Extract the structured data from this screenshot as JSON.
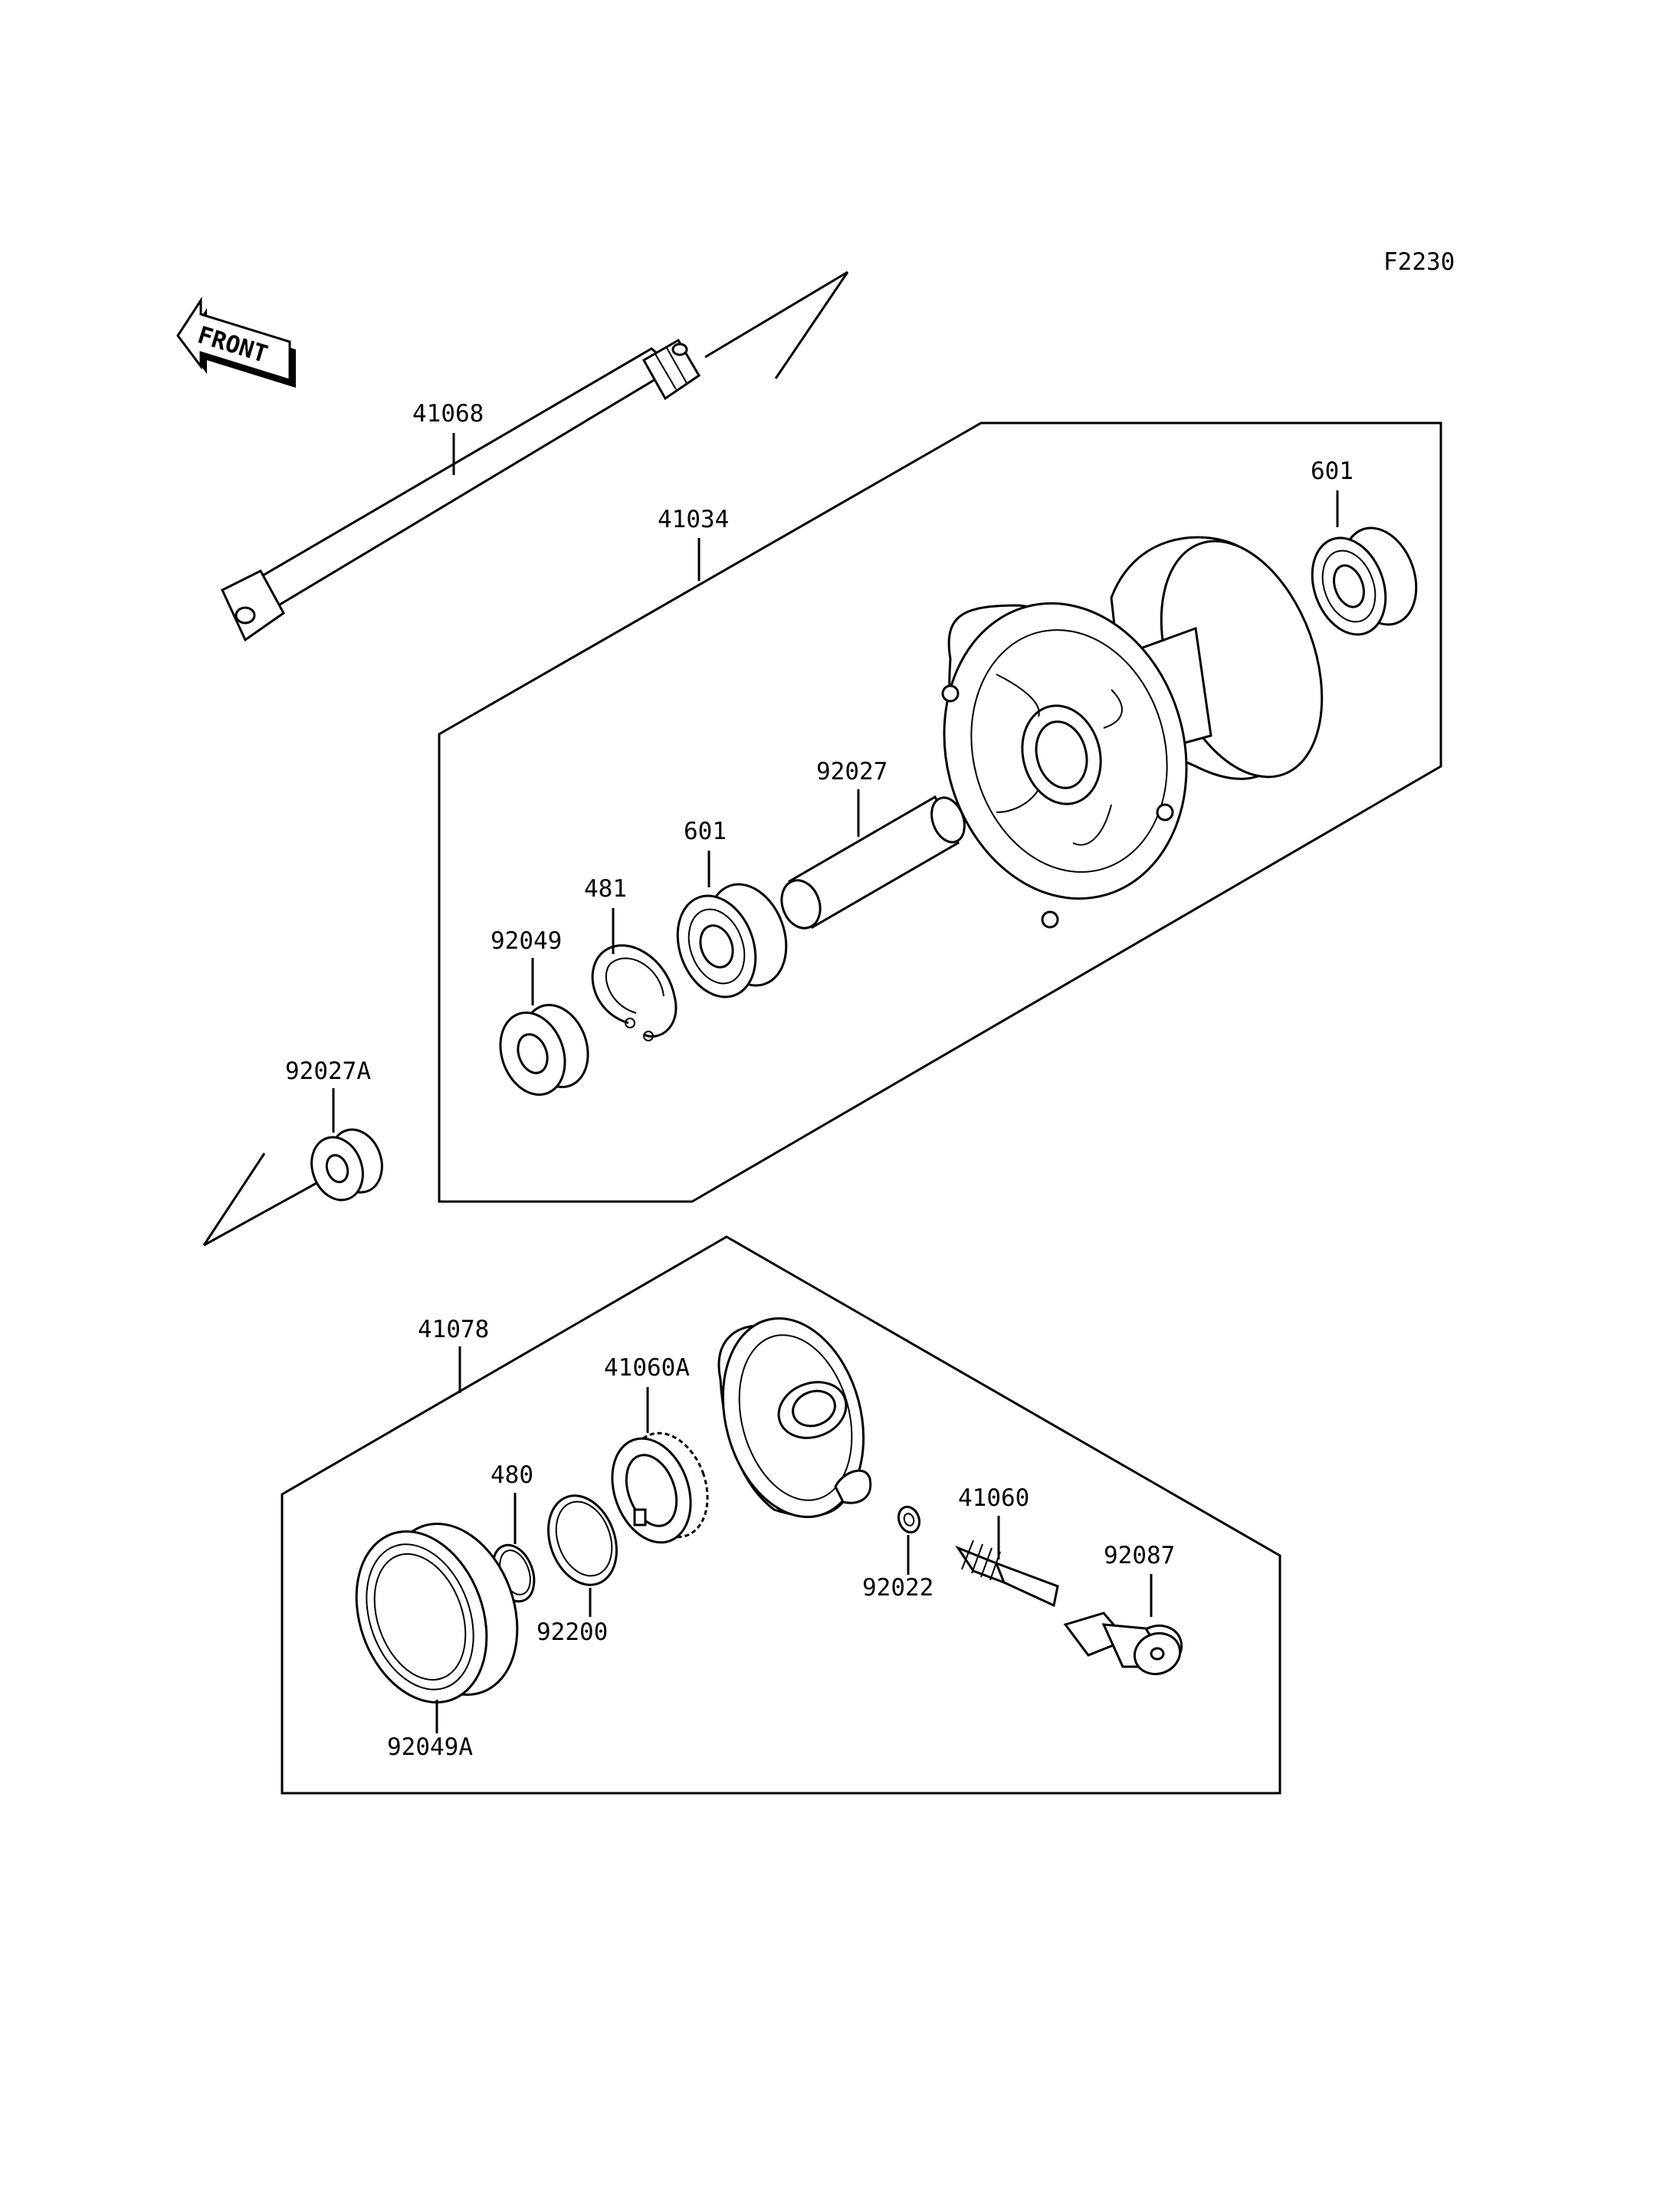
{
  "figure_code": "F2230",
  "front_arrow_text": "FRONT",
  "parts": {
    "p41068": "41068",
    "p41034": "41034",
    "p601_right": "601",
    "p92027": "92027",
    "p601_left": "601",
    "p481": "481",
    "p92049": "92049",
    "p92027A": "92027A",
    "p41078": "41078",
    "p41060A": "41060A",
    "p480": "480",
    "p41060": "41060",
    "p92087": "92087",
    "p92022": "92022",
    "p92200": "92200",
    "p92049A": "92049A"
  }
}
